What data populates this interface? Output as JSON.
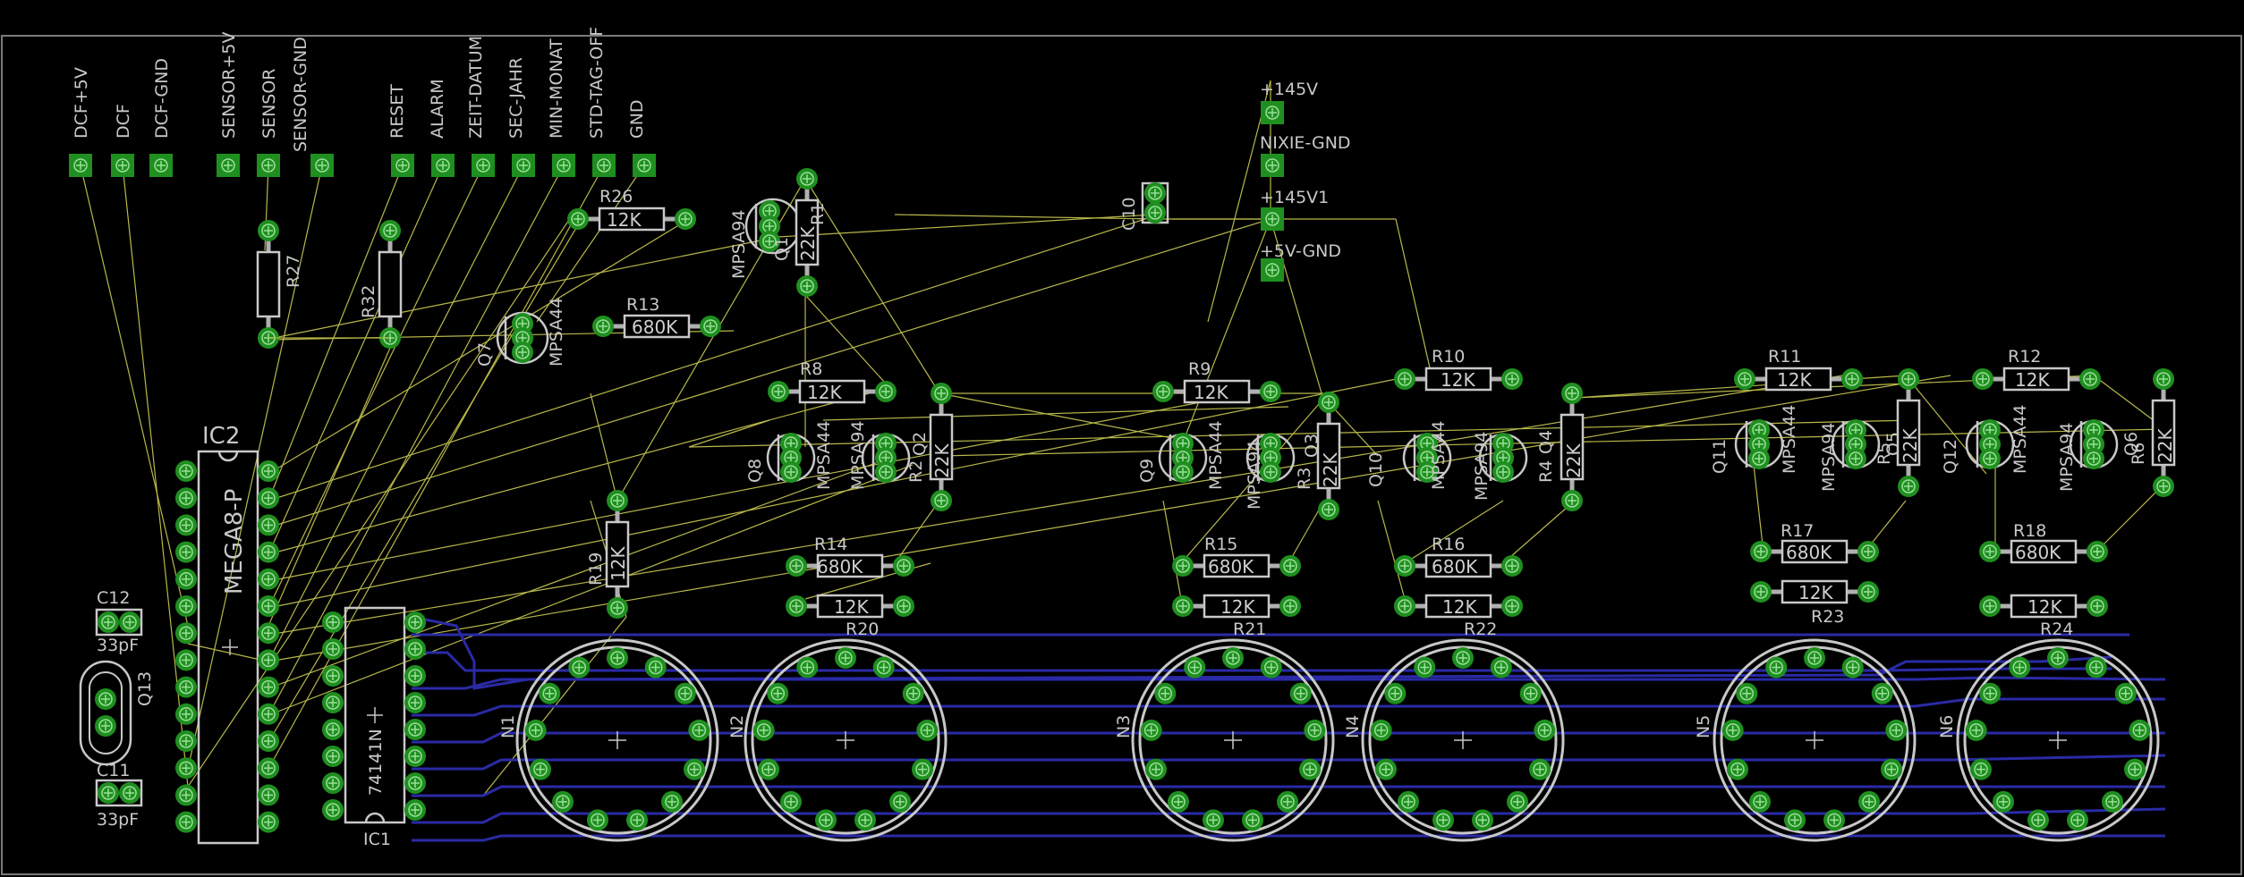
{
  "connectors": [
    {
      "label": "DCF+5V"
    },
    {
      "label": "DCF"
    },
    {
      "label": "DCF-GND"
    },
    {
      "label": "SENSOR+5V"
    },
    {
      "label": "SENSOR"
    },
    {
      "label": "SENSOR-GND"
    },
    {
      "label": "RESET"
    },
    {
      "label": "ALARM"
    },
    {
      "label": "ZEIT-DATUM"
    },
    {
      "label": "SEC-JAHR"
    },
    {
      "label": "MIN-MONAT"
    },
    {
      "label": "STD-TAG-OFF"
    },
    {
      "label": "GND"
    }
  ],
  "power_connectors": [
    {
      "label": "+145V"
    },
    {
      "label": "NIXIE-GND"
    },
    {
      "label": "+145V1"
    },
    {
      "label": "+5V-GND"
    }
  ],
  "ic2": {
    "name": "IC2",
    "value": "MEGA8-P"
  },
  "ic1": {
    "name": "IC1",
    "value": "74141N"
  },
  "caps": {
    "c12": "C12",
    "c12_val": "33pF",
    "c11": "C11",
    "c11_val": "33pF",
    "c10": "C10"
  },
  "crystal": {
    "name": "Q13"
  },
  "resistors": {
    "r26": "R26",
    "r26_val": "12K",
    "r27": "R27",
    "r32": "R32",
    "r13": "R13",
    "r13_val": "680K",
    "r1": "R1",
    "r1_val": "22K",
    "r8": "R8",
    "r8_val": "12K",
    "r9": "R9",
    "r9_val": "12K",
    "r10": "R10",
    "r10_val": "12K",
    "r11": "R11",
    "r11_val": "12K",
    "r12": "R12",
    "r12_val": "12K",
    "r2": "R2",
    "r2_val": "22K",
    "r3": "R3",
    "r3_val": "22K",
    "r4": "R4",
    "r4_val": "22K",
    "r5": "R5",
    "r5_val": "22K",
    "r6": "R6",
    "r6_val": "22K",
    "r14": "R14",
    "r14_val": "680K",
    "r15": "R15",
    "r15_val": "680K",
    "r16": "R16",
    "r16_val": "680K",
    "r17": "R17",
    "r17_val": "680K",
    "r18": "R18",
    "r18_val": "680K",
    "r19": "R19",
    "r19_val": "12K",
    "r20": "R20",
    "r20_val": "12K",
    "r21": "R21",
    "r21_val": "12K",
    "r22": "R22",
    "r22_val": "12K",
    "r23": "R23",
    "r23_val": "12K",
    "r24": "R24",
    "r24_val": "12K"
  },
  "transistors": {
    "q1": "Q1",
    "q1_val": "MPSA94",
    "q7": "Q7",
    "q7_val": "MPSA44",
    "q8": "Q8",
    "q8_val": "MPSA44",
    "q2": "Q2",
    "q2_val": "MPSA94",
    "q9": "Q9",
    "q9_val": "MPSA44",
    "q3": "Q3",
    "q3_val": "MPSA94",
    "q10": "Q10",
    "q10_val": "MPSA44",
    "q4": "Q4",
    "q4_val": "MPSA94",
    "q11": "Q11",
    "q11_val": "MPSA44",
    "q5": "Q5",
    "q5_val": "MPSA94",
    "q12": "Q12",
    "q12_val": "MPSA44",
    "q6": "Q6",
    "q6_val": "MPSA94"
  },
  "tubes": {
    "n1": "N1",
    "n2": "N2",
    "n3": "N3",
    "n4": "N4",
    "n5": "N5",
    "n6": "N6"
  }
}
